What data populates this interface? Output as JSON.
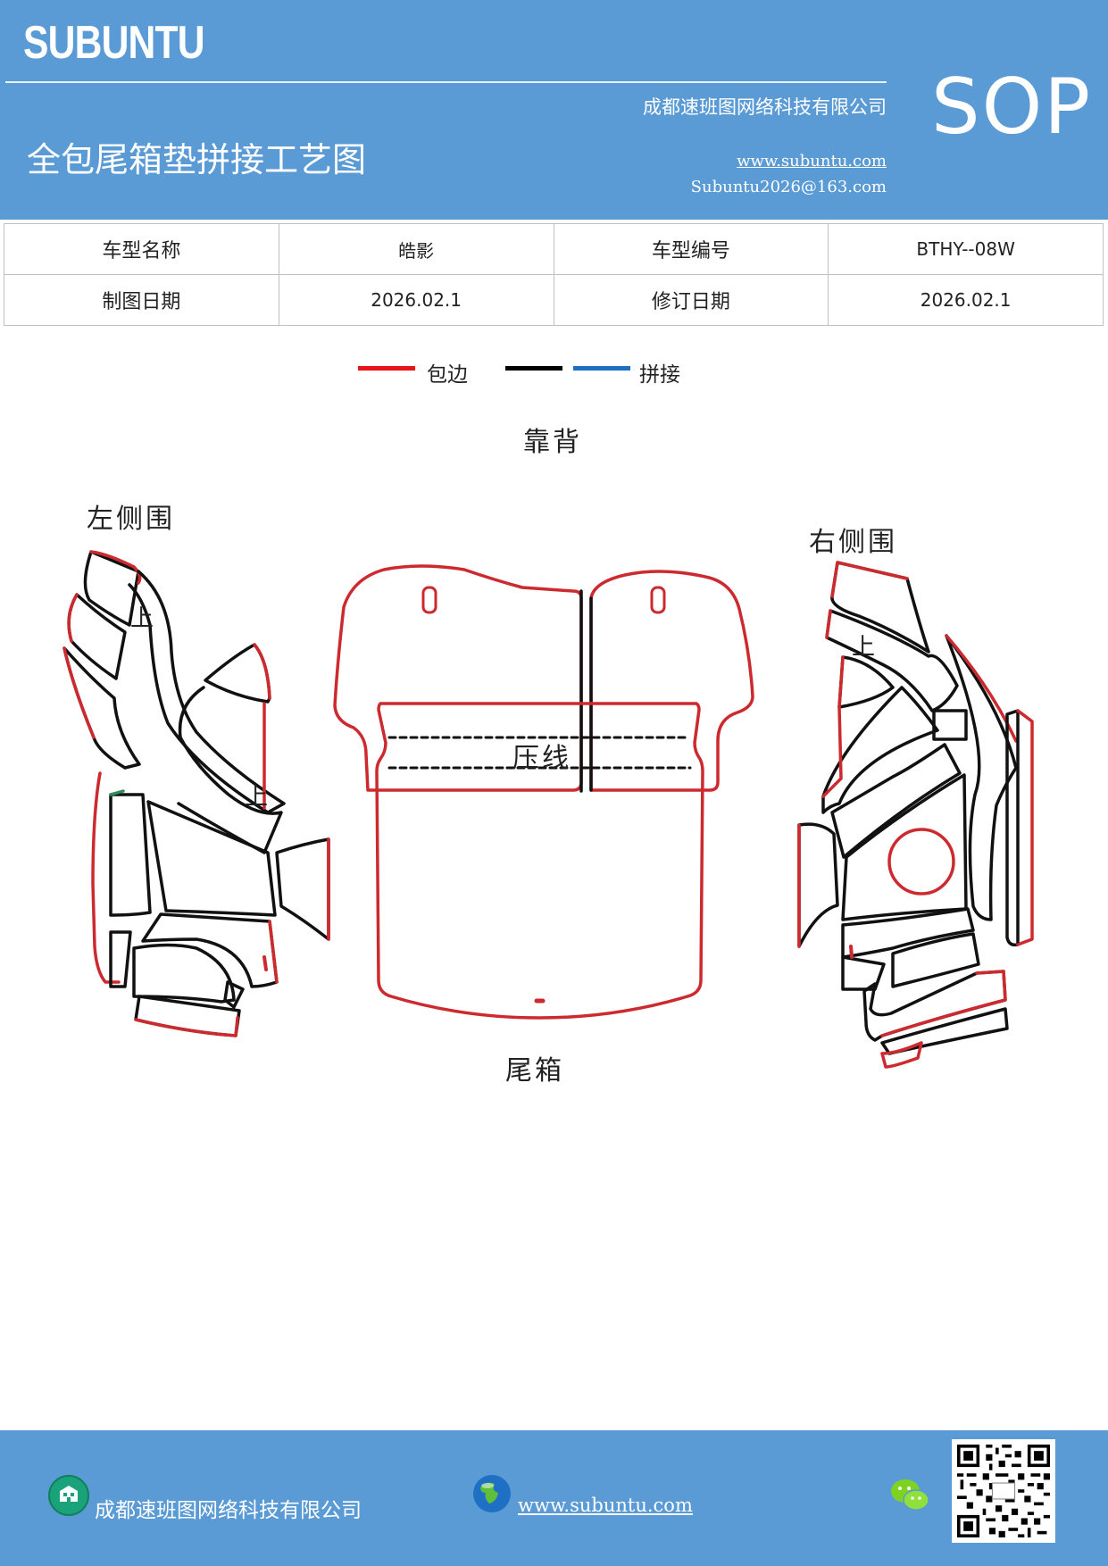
{
  "header": {
    "logo": "SUBUNTU",
    "company": "成都速班图网络科技有限公司",
    "title": "全包尾箱垫拼接工艺图",
    "website": "www.subuntu.com",
    "email": "Subuntu2026@163.com",
    "badge": "SOP"
  },
  "info_table": {
    "rows": [
      [
        "车型名称",
        "皓影",
        "车型编号",
        "BTHY--08W"
      ],
      [
        "制图日期",
        "2026.02.1",
        "修订日期",
        "2026.02.1"
      ]
    ]
  },
  "legend": {
    "items": [
      {
        "label": "包边",
        "colors": [
          "#e8141b"
        ]
      },
      {
        "label": "拼接",
        "colors": [
          "#000000",
          "#1f6fc5"
        ]
      }
    ]
  },
  "diagram": {
    "labels": {
      "backrest": "靠背",
      "left_side": "左侧围",
      "right_side": "右侧围",
      "press_line": "压线",
      "trunk": "尾箱",
      "up_mark": "上"
    },
    "colors": {
      "edge": "#cc2a2f",
      "seam": "#111111",
      "dash": "#111111"
    }
  },
  "footer": {
    "company": "成都速班图网络科技有限公司",
    "website": "www.subuntu.com "
  }
}
